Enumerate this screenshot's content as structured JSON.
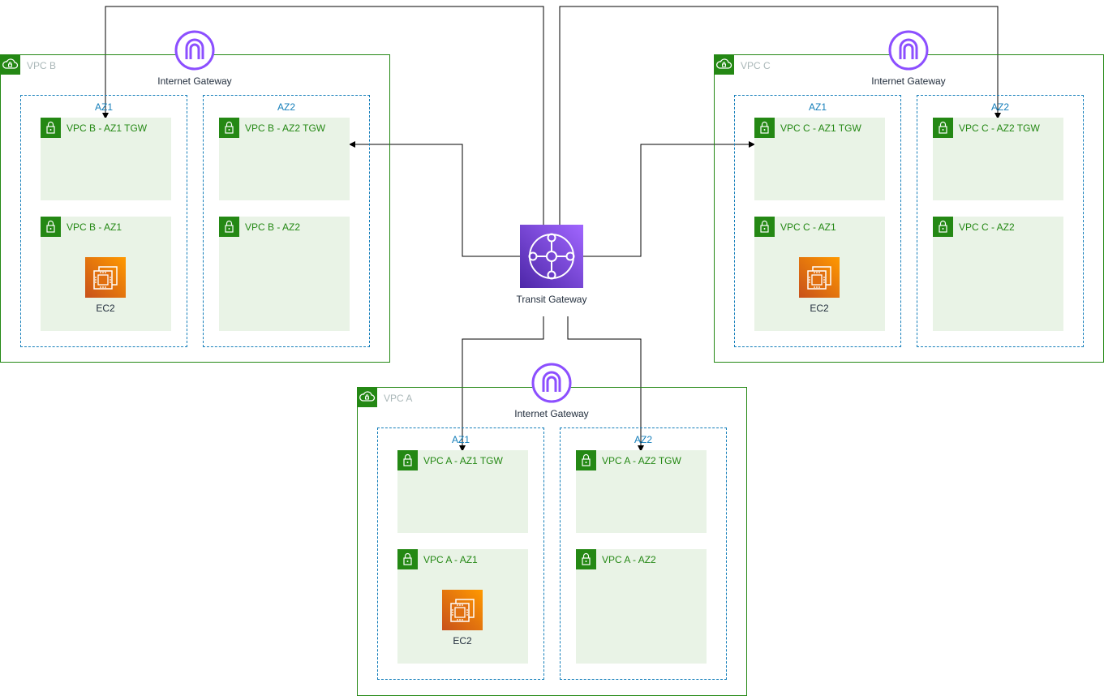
{
  "vpcs": {
    "b": {
      "name": "VPC B",
      "igw_label": "Internet Gateway",
      "az1_label": "AZ1",
      "az2_label": "AZ2",
      "subnets": {
        "az1_tgw": "VPC B - AZ1 TGW",
        "az2_tgw": "VPC B - AZ2 TGW",
        "az1": "VPC B - AZ1",
        "az2": "VPC B - AZ2"
      },
      "ec2_label": "EC2"
    },
    "c": {
      "name": "VPC C",
      "igw_label": "Internet Gateway",
      "az1_label": "AZ1",
      "az2_label": "AZ2",
      "subnets": {
        "az1_tgw": "VPC C - AZ1 TGW",
        "az2_tgw": "VPC C - AZ2 TGW",
        "az1": "VPC C - AZ1",
        "az2": "VPC C - AZ2"
      },
      "ec2_label": "EC2"
    },
    "a": {
      "name": "VPC A",
      "igw_label": "Internet Gateway",
      "az1_label": "AZ1",
      "az2_label": "AZ2",
      "subnets": {
        "az1_tgw": "VPC A - AZ1 TGW",
        "az2_tgw": "VPC A - AZ2 TGW",
        "az1": "VPC A - AZ1",
        "az2": "VPC A - AZ2"
      },
      "ec2_label": "EC2"
    }
  },
  "tgw": {
    "label": "Transit Gateway"
  },
  "colors": {
    "vpc_border": "#248814",
    "az_border": "#147eba",
    "subnet_fill": "#e9f3e6",
    "igw_purple": "#8c4fff",
    "ec2_orange": "#ed7100",
    "tgw_purple": "#7d3fd6"
  },
  "icons": {
    "vpc": "vpc-cloud-lock-icon",
    "subnet": "padlock-icon",
    "igw": "internet-gateway-icon",
    "ec2": "ec2-chip-icon",
    "tgw": "transit-gateway-hub-icon"
  }
}
